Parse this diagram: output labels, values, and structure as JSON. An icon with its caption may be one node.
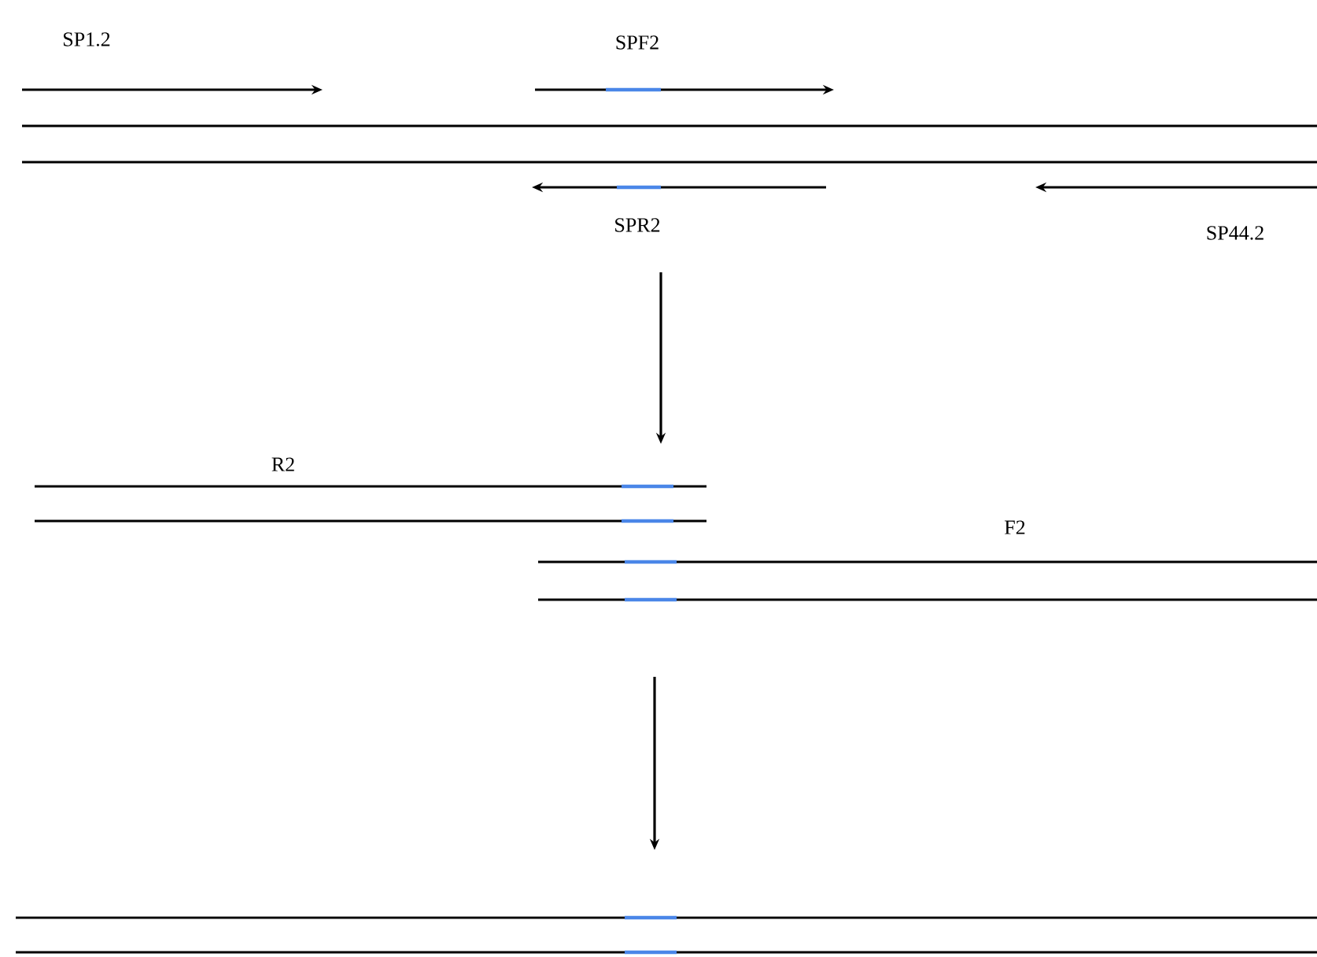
{
  "diagram": {
    "labels": [
      "SP1.2",
      "SPF2",
      "SPR2",
      "SP44.2",
      "R2",
      "F2"
    ]
  }
}
